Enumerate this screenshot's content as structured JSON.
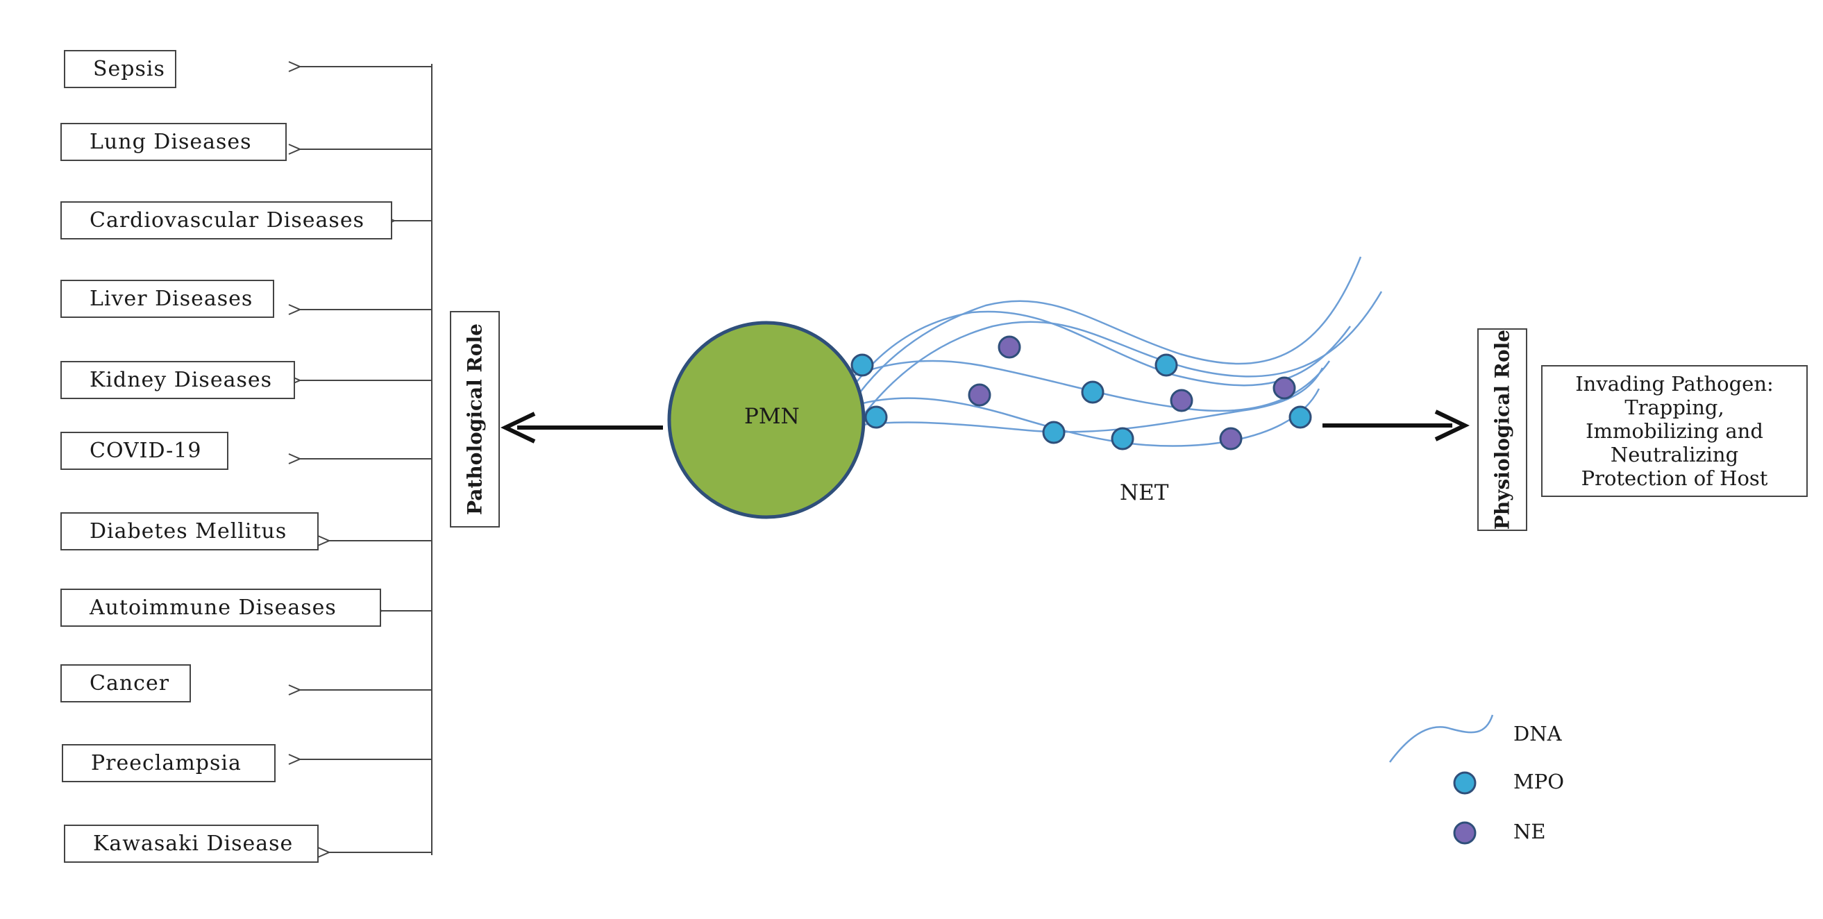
{
  "diseases": [
    "Sepsis",
    "Lung Diseases",
    "Cardiovascular Diseases",
    "Liver Diseases",
    "Kidney Diseases",
    "COVID-19",
    "Diabetes Mellitus",
    "Autoimmune  Diseases",
    "Cancer",
    "Preeclampsia",
    "Kawasaki Disease"
  ],
  "pathological_role": "Pathological Role",
  "physiological_role": "Physiological Role",
  "cell_label": "PMN",
  "net_label": "NET",
  "outcome_lines": [
    "Invading Pathogen:",
    "Trapping,",
    "Immobilizing and",
    "Neutralizing",
    "Protection of Host"
  ],
  "legend": {
    "dna": "DNA",
    "mpo": "MPO",
    "ne": "NE"
  },
  "colors": {
    "pmn_fill": "#8db247",
    "pmn_stroke": "#2f4f7a",
    "mpo_fill": "#3aaad6",
    "ne_fill": "#7a68b4",
    "dna_stroke": "#6c9ed6"
  }
}
